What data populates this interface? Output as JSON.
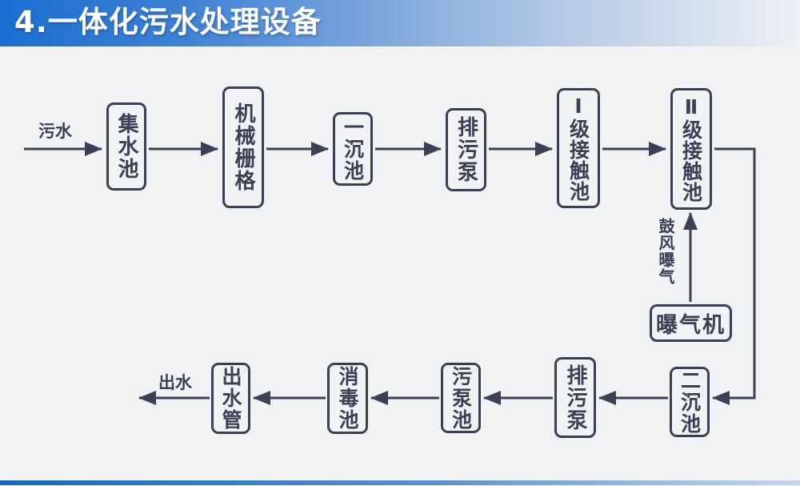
{
  "slide": {
    "title": "4.一体化污水处理设备"
  },
  "colors": {
    "ink": "#3a4156",
    "bg": "#f1f2f3",
    "banner-left": "#1a6ed0",
    "banner-right": "#eef1f5",
    "footer-left": "#1566c4",
    "footer-right": "#c6d7ea"
  },
  "flow": {
    "influent_label": "污水",
    "effluent_label": "出水",
    "aeration_label": "鼓风曝气",
    "nodes": {
      "collecting_tank": "集水池",
      "mechanical_grid": "机械栅格",
      "primary_sedimentation": "一沉池",
      "sewage_pump_top": "排污泵",
      "stage1_contact": "Ⅰ级接触池",
      "stage2_contact": "Ⅱ级接触池",
      "aerator": "曝气机",
      "secondary_sedimentation": "二沉池",
      "sewage_pump_bottom": "排污泵",
      "sludge_pump_tank": "污泵池",
      "disinfection_tank": "消毒池",
      "outlet_pipe": "出水管"
    }
  }
}
